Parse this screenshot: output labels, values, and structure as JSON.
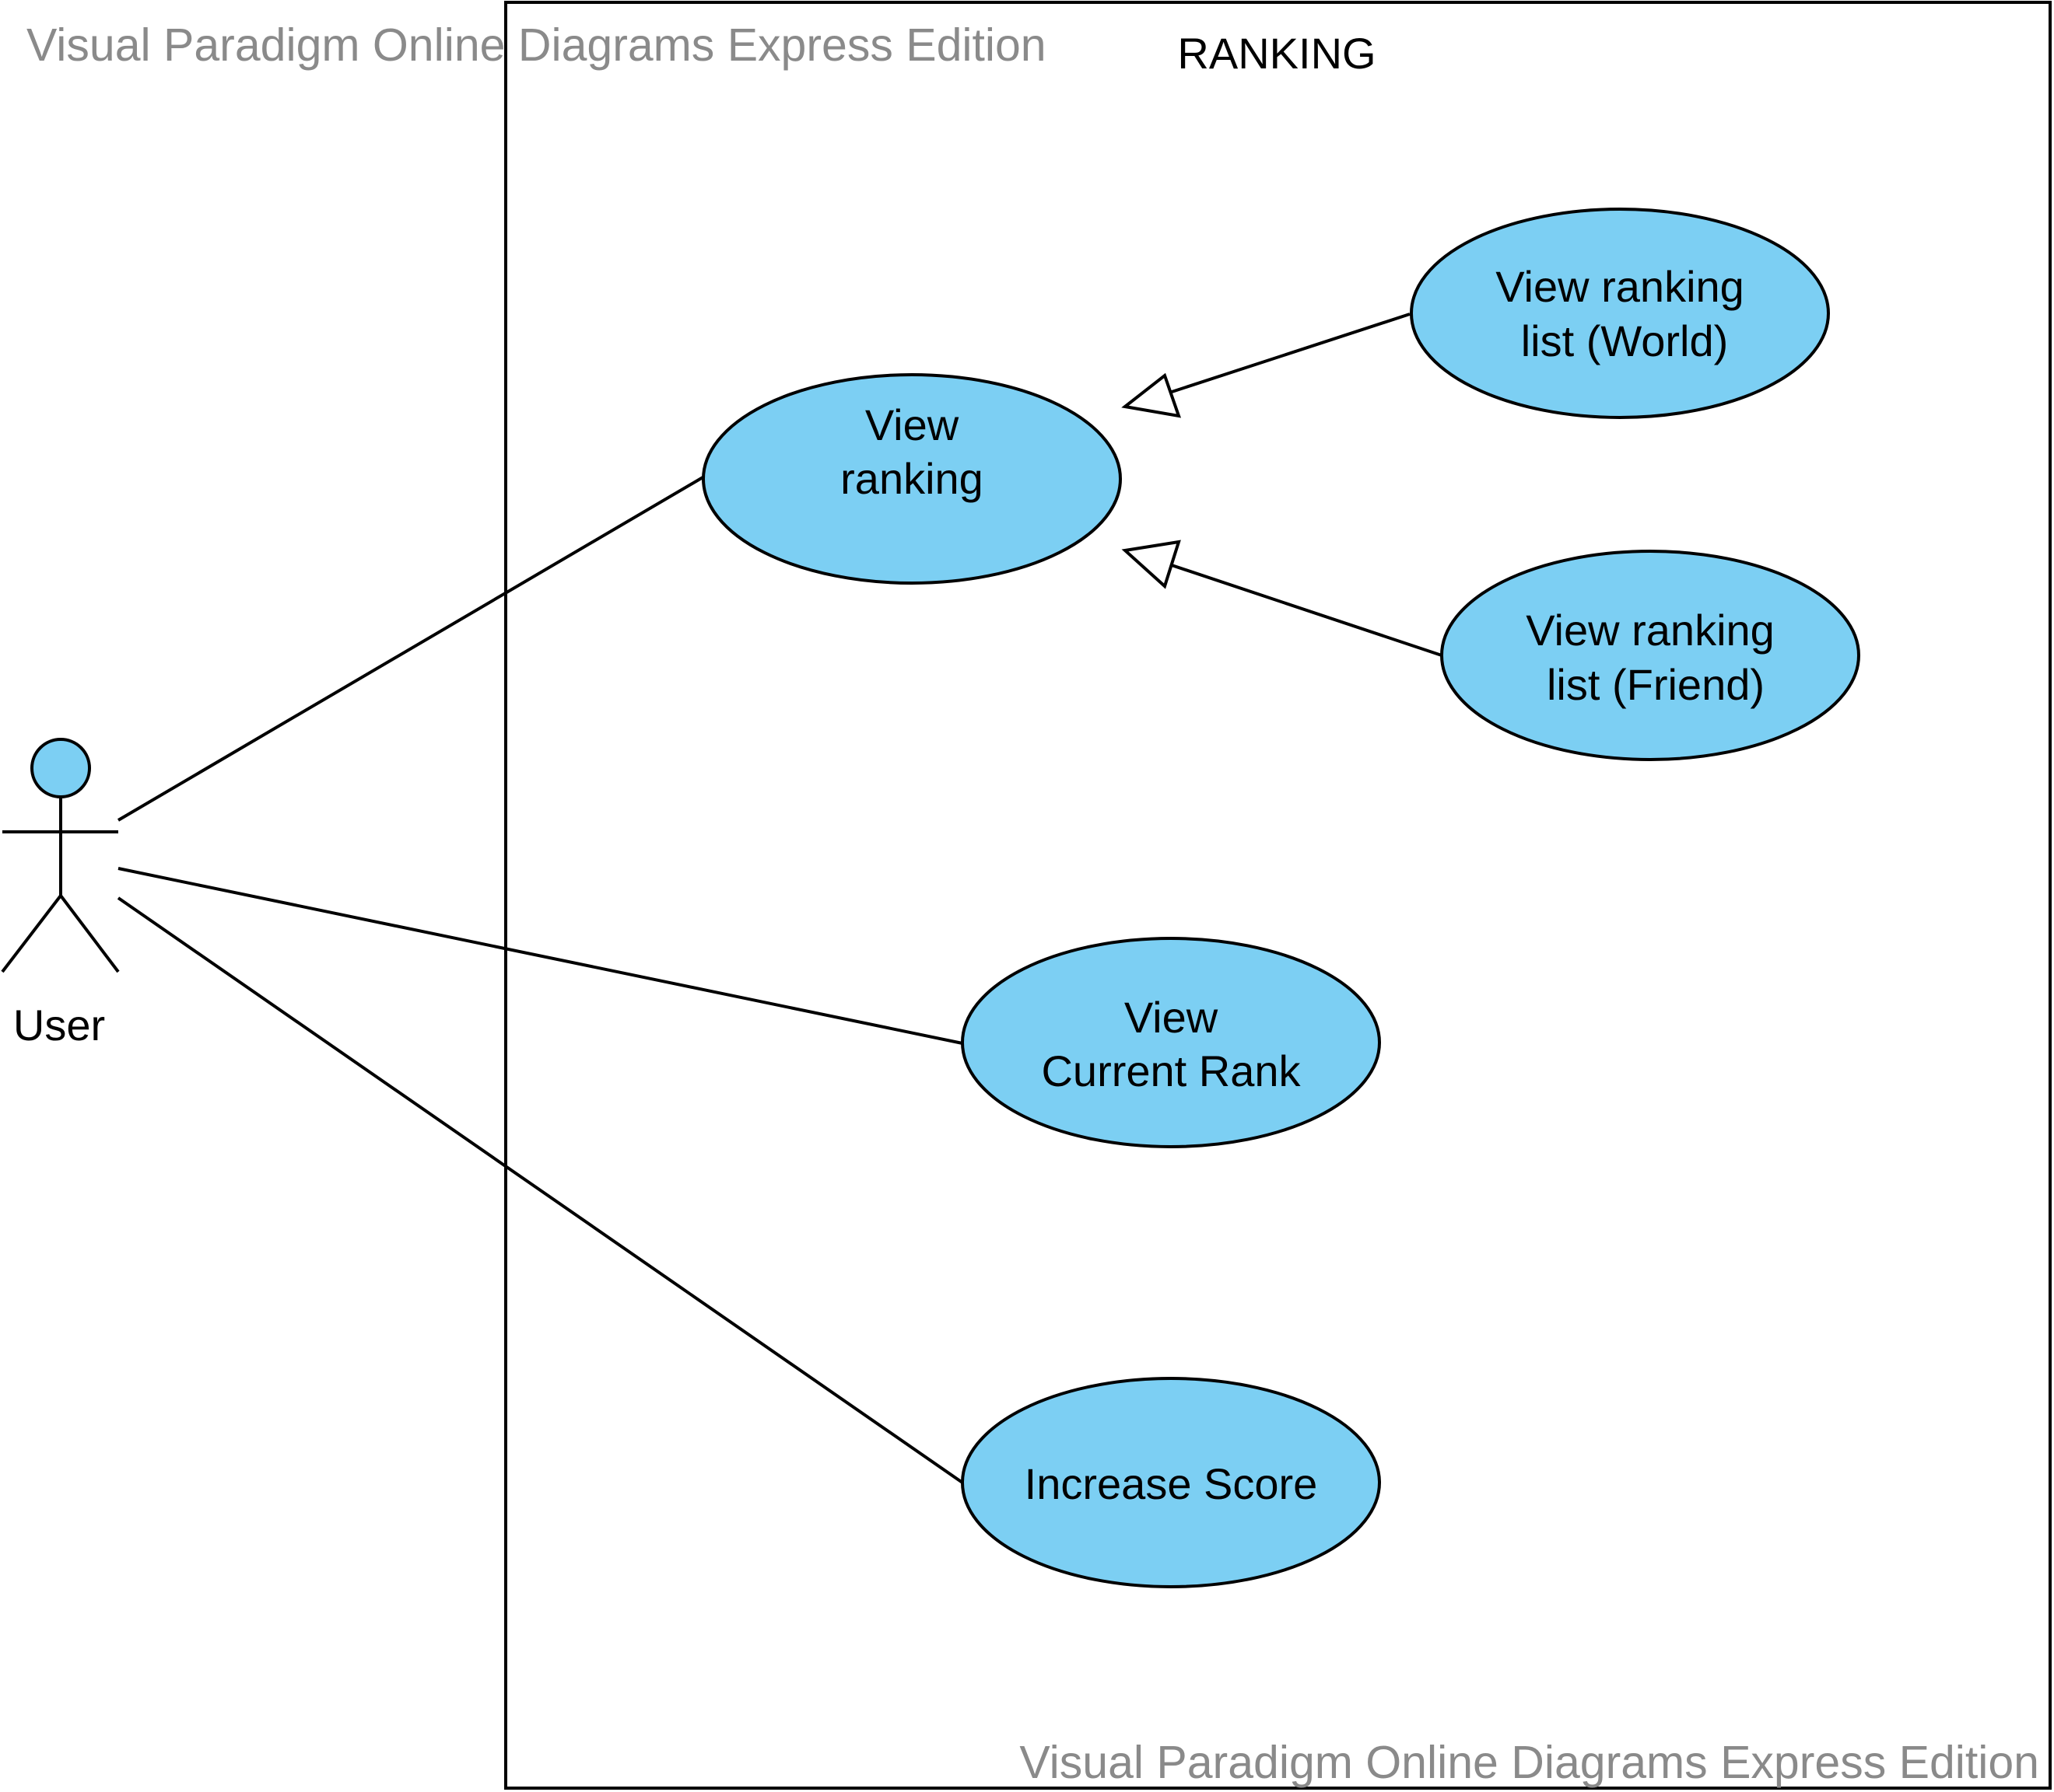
{
  "watermark": {
    "top": "Visual Paradigm Online Diagrams Express Edition",
    "bottom": "Visual Paradigm Online Diagrams Express Edition"
  },
  "colors": {
    "use_case_fill": "#7ccff3",
    "actor_fill": "#7ccff3",
    "line": "#000000",
    "watermark": "#8a8a8a"
  },
  "system": {
    "title": "RANKING"
  },
  "actor": {
    "label": "User",
    "icon": "stick-figure-actor-icon"
  },
  "use_cases": {
    "view_ranking": {
      "line1": "View",
      "line2": "ranking"
    },
    "view_world": {
      "line1": "View ranking",
      "line2": "list (World)"
    },
    "view_friend": {
      "line1": "View ranking",
      "line2": "list (Friend)"
    },
    "view_current_rank": {
      "line1": "View",
      "line2": "Current Rank"
    },
    "increase_score": {
      "line1": "Increase Score"
    }
  },
  "relationships": [
    {
      "type": "association",
      "from": "User",
      "to": "View ranking"
    },
    {
      "type": "association",
      "from": "User",
      "to": "View Current Rank"
    },
    {
      "type": "association",
      "from": "User",
      "to": "Increase Score"
    },
    {
      "type": "generalization",
      "from": "View ranking list (World)",
      "to": "View ranking"
    },
    {
      "type": "generalization",
      "from": "View ranking list (Friend)",
      "to": "View ranking"
    }
  ]
}
